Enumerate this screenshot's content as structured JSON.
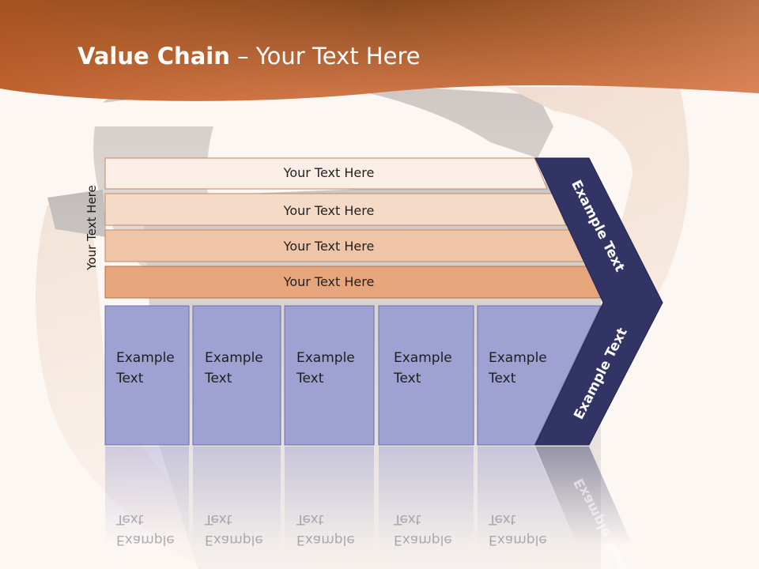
{
  "title": {
    "bold": "Value Chain",
    "rest": " – Your Text Here"
  },
  "side_label": "Your Text Here",
  "bars": [
    {
      "label": "Your Text Here"
    },
    {
      "label": "Your Text Here"
    },
    {
      "label": "Your Text Here"
    },
    {
      "label": "Your Text Here"
    }
  ],
  "columns": [
    {
      "line1": "Example",
      "line2": "Text"
    },
    {
      "line1": "Example",
      "line2": "Text"
    },
    {
      "line1": "Example",
      "line2": "Text"
    },
    {
      "line1": "Example",
      "line2": "Text"
    },
    {
      "line1": "Example",
      "line2": "Text"
    }
  ],
  "chevron": {
    "upper": "Example Text",
    "lower": "Example Text"
  },
  "colors": {
    "header_dark": "#8a4a1f",
    "header_light": "#d3794a",
    "bar_fills": [
      "#fbeee6",
      "#f6dac8",
      "#f0c4a6",
      "#e7a57c"
    ],
    "column_fill": "#9fa1d2",
    "chevron_fill": "#323465"
  }
}
